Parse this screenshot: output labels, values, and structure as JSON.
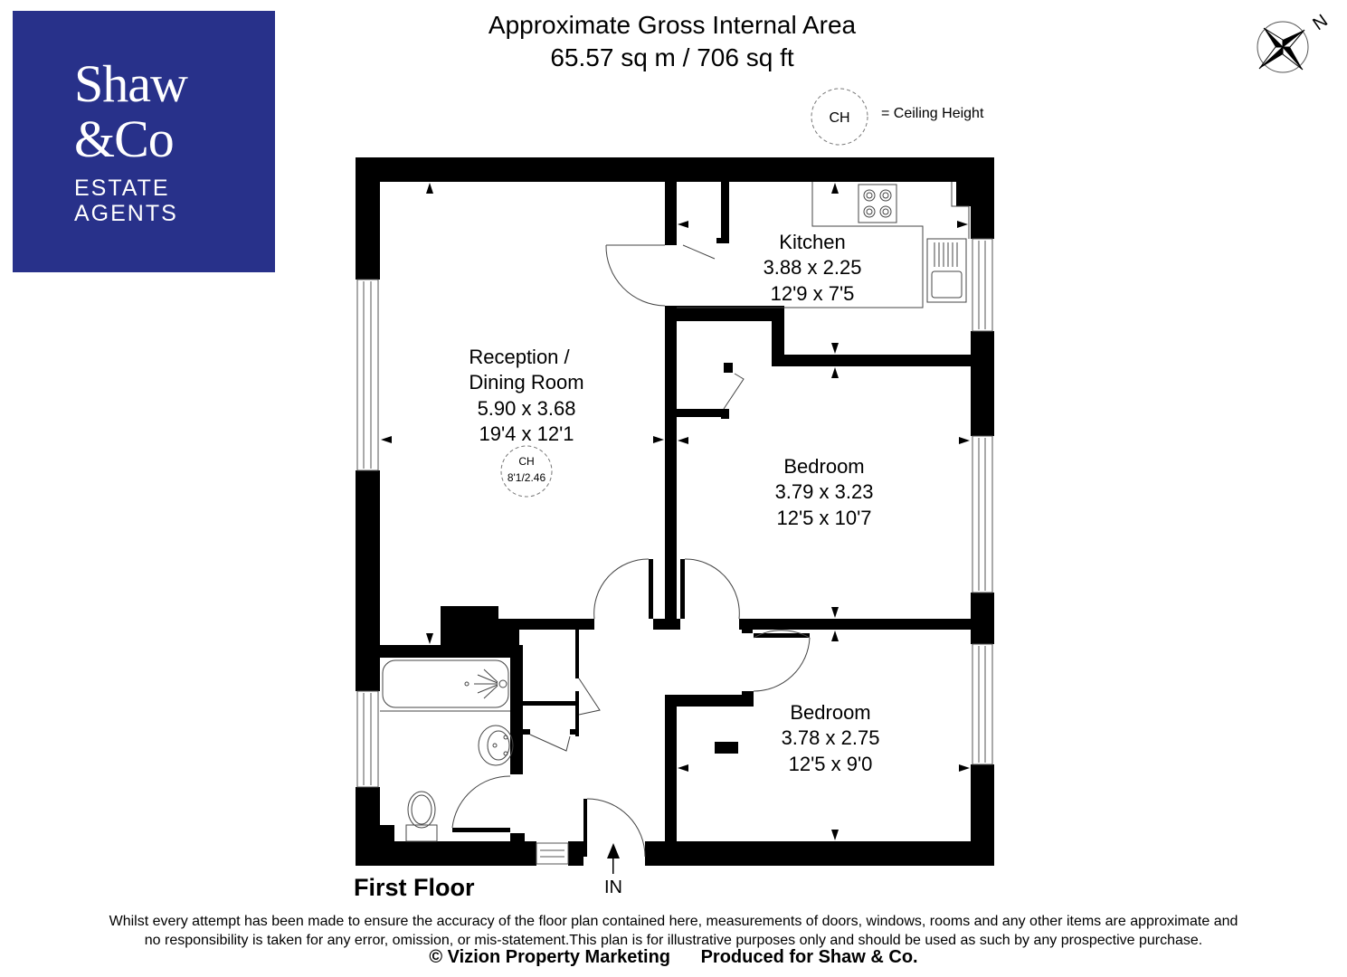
{
  "logo": {
    "line1": "Shaw",
    "line2": "&Co",
    "line3": "ESTATE",
    "line4": "AGENTS",
    "background_color": "#28318a",
    "text_color": "#ffffff"
  },
  "header": {
    "title": "Approximate Gross Internal Area",
    "area": "65.57 sq m / 706 sq ft"
  },
  "compass": {
    "icon": "compass-rose-icon",
    "label": "N"
  },
  "legend": {
    "symbol": "CH",
    "text": "=  Ceiling Height"
  },
  "floor": {
    "label": "First Floor",
    "entrance_label": "IN"
  },
  "rooms": [
    {
      "name": "Reception / Dining Room",
      "line1": "Reception /",
      "line2": "Dining Room",
      "metric": "5.90 x 3.68",
      "imperial": "19'4 x 12'1",
      "ceiling_height": {
        "label": "CH",
        "value": "8'1/2.46"
      }
    },
    {
      "name": "Kitchen",
      "line1": "Kitchen",
      "metric": "3.88 x 2.25",
      "imperial": "12'9 x 7'5"
    },
    {
      "name": "Bedroom",
      "line1": "Bedroom",
      "metric": "3.79 x 3.23",
      "imperial": "12'5 x 10'7"
    },
    {
      "name": "Bedroom",
      "line1": "Bedroom",
      "metric": "3.78 x 2.75",
      "imperial": "12'5 x 9'0"
    }
  ],
  "footer": {
    "disclaimer_line1": "Whilst every attempt has been made to ensure the accuracy of the floor plan contained here, measurements of doors, windows, rooms and any other items are approximate and",
    "disclaimer_line2": "no responsibility is taken for any error, omission, or mis-statement.This plan is for illustrative purposes only and should be used as such by any prospective purchase.",
    "copyright": "© Vizion Property Marketing",
    "produced_for": "Produced for Shaw & Co."
  }
}
